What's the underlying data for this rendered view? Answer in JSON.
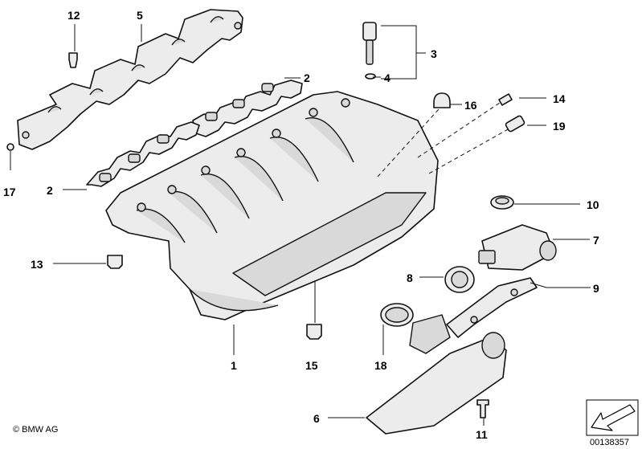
{
  "copyright": "© BMW AG",
  "doc_id": "00138357",
  "callouts": [
    {
      "id": "12",
      "text": "12"
    },
    {
      "id": "5",
      "text": "5"
    },
    {
      "id": "3",
      "text": "3"
    },
    {
      "id": "4",
      "text": "4"
    },
    {
      "id": "2a",
      "text": "2"
    },
    {
      "id": "16",
      "text": "16"
    },
    {
      "id": "14",
      "text": "14"
    },
    {
      "id": "19",
      "text": "19"
    },
    {
      "id": "17",
      "text": "17"
    },
    {
      "id": "2b",
      "text": "2"
    },
    {
      "id": "10",
      "text": "10"
    },
    {
      "id": "7",
      "text": "7"
    },
    {
      "id": "13",
      "text": "13"
    },
    {
      "id": "8",
      "text": "8"
    },
    {
      "id": "9",
      "text": "9"
    },
    {
      "id": "1",
      "text": "1"
    },
    {
      "id": "15",
      "text": "15"
    },
    {
      "id": "18",
      "text": "18"
    },
    {
      "id": "6",
      "text": "6"
    },
    {
      "id": "11",
      "text": "11"
    }
  ]
}
